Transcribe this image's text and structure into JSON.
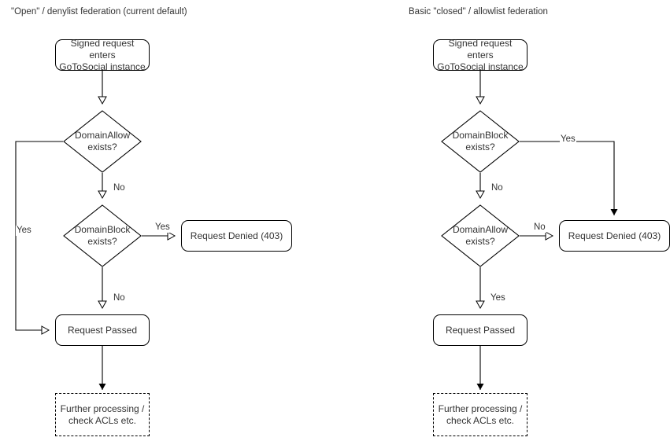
{
  "diagram": {
    "background_color": "#ffffff",
    "stroke_color": "#000000",
    "text_color": "#333333"
  },
  "columns": [
    {
      "id": "open-denylist",
      "title": "\"Open\" / denylist federation (current default)",
      "nodes": {
        "entry": "Signed request enters\nGoToSocial instance",
        "entry_line1": "Signed request enters",
        "entry_line2": "GoToSocial instance",
        "decision1": "DomainAllow\nexists?",
        "decision1_line1": "DomainAllow",
        "decision1_line2": "exists?",
        "decision2": "DomainBlock\nexists?",
        "decision2_line1": "DomainBlock",
        "decision2_line2": "exists?",
        "denied": "Request Denied (403)",
        "passed": "Request Passed",
        "further_line1": "Further processing /",
        "further_line2": "check ACLs etc."
      },
      "edges": {
        "allow_yes": "Yes",
        "allow_no": "No",
        "block_yes": "Yes",
        "block_no": "No"
      }
    },
    {
      "id": "closed-allowlist",
      "title": "Basic \"closed\" / allowlist federation",
      "nodes": {
        "entry": "Signed request enters\nGoToSocial instance",
        "entry_line1": "Signed request enters",
        "entry_line2": "GoToSocial instance",
        "decision1": "DomainBlock\nexists?",
        "decision1_line1": "DomainBlock",
        "decision1_line2": "exists?",
        "decision2": "DomainAllow\nexists?",
        "decision2_line1": "DomainAllow",
        "decision2_line2": "exists?",
        "denied": "Request Denied (403)",
        "passed": "Request Passed",
        "further_line1": "Further processing /",
        "further_line2": "check ACLs etc."
      },
      "edges": {
        "block_yes": "Yes",
        "block_no": "No",
        "allow_no": "No",
        "allow_yes": "Yes"
      }
    }
  ]
}
